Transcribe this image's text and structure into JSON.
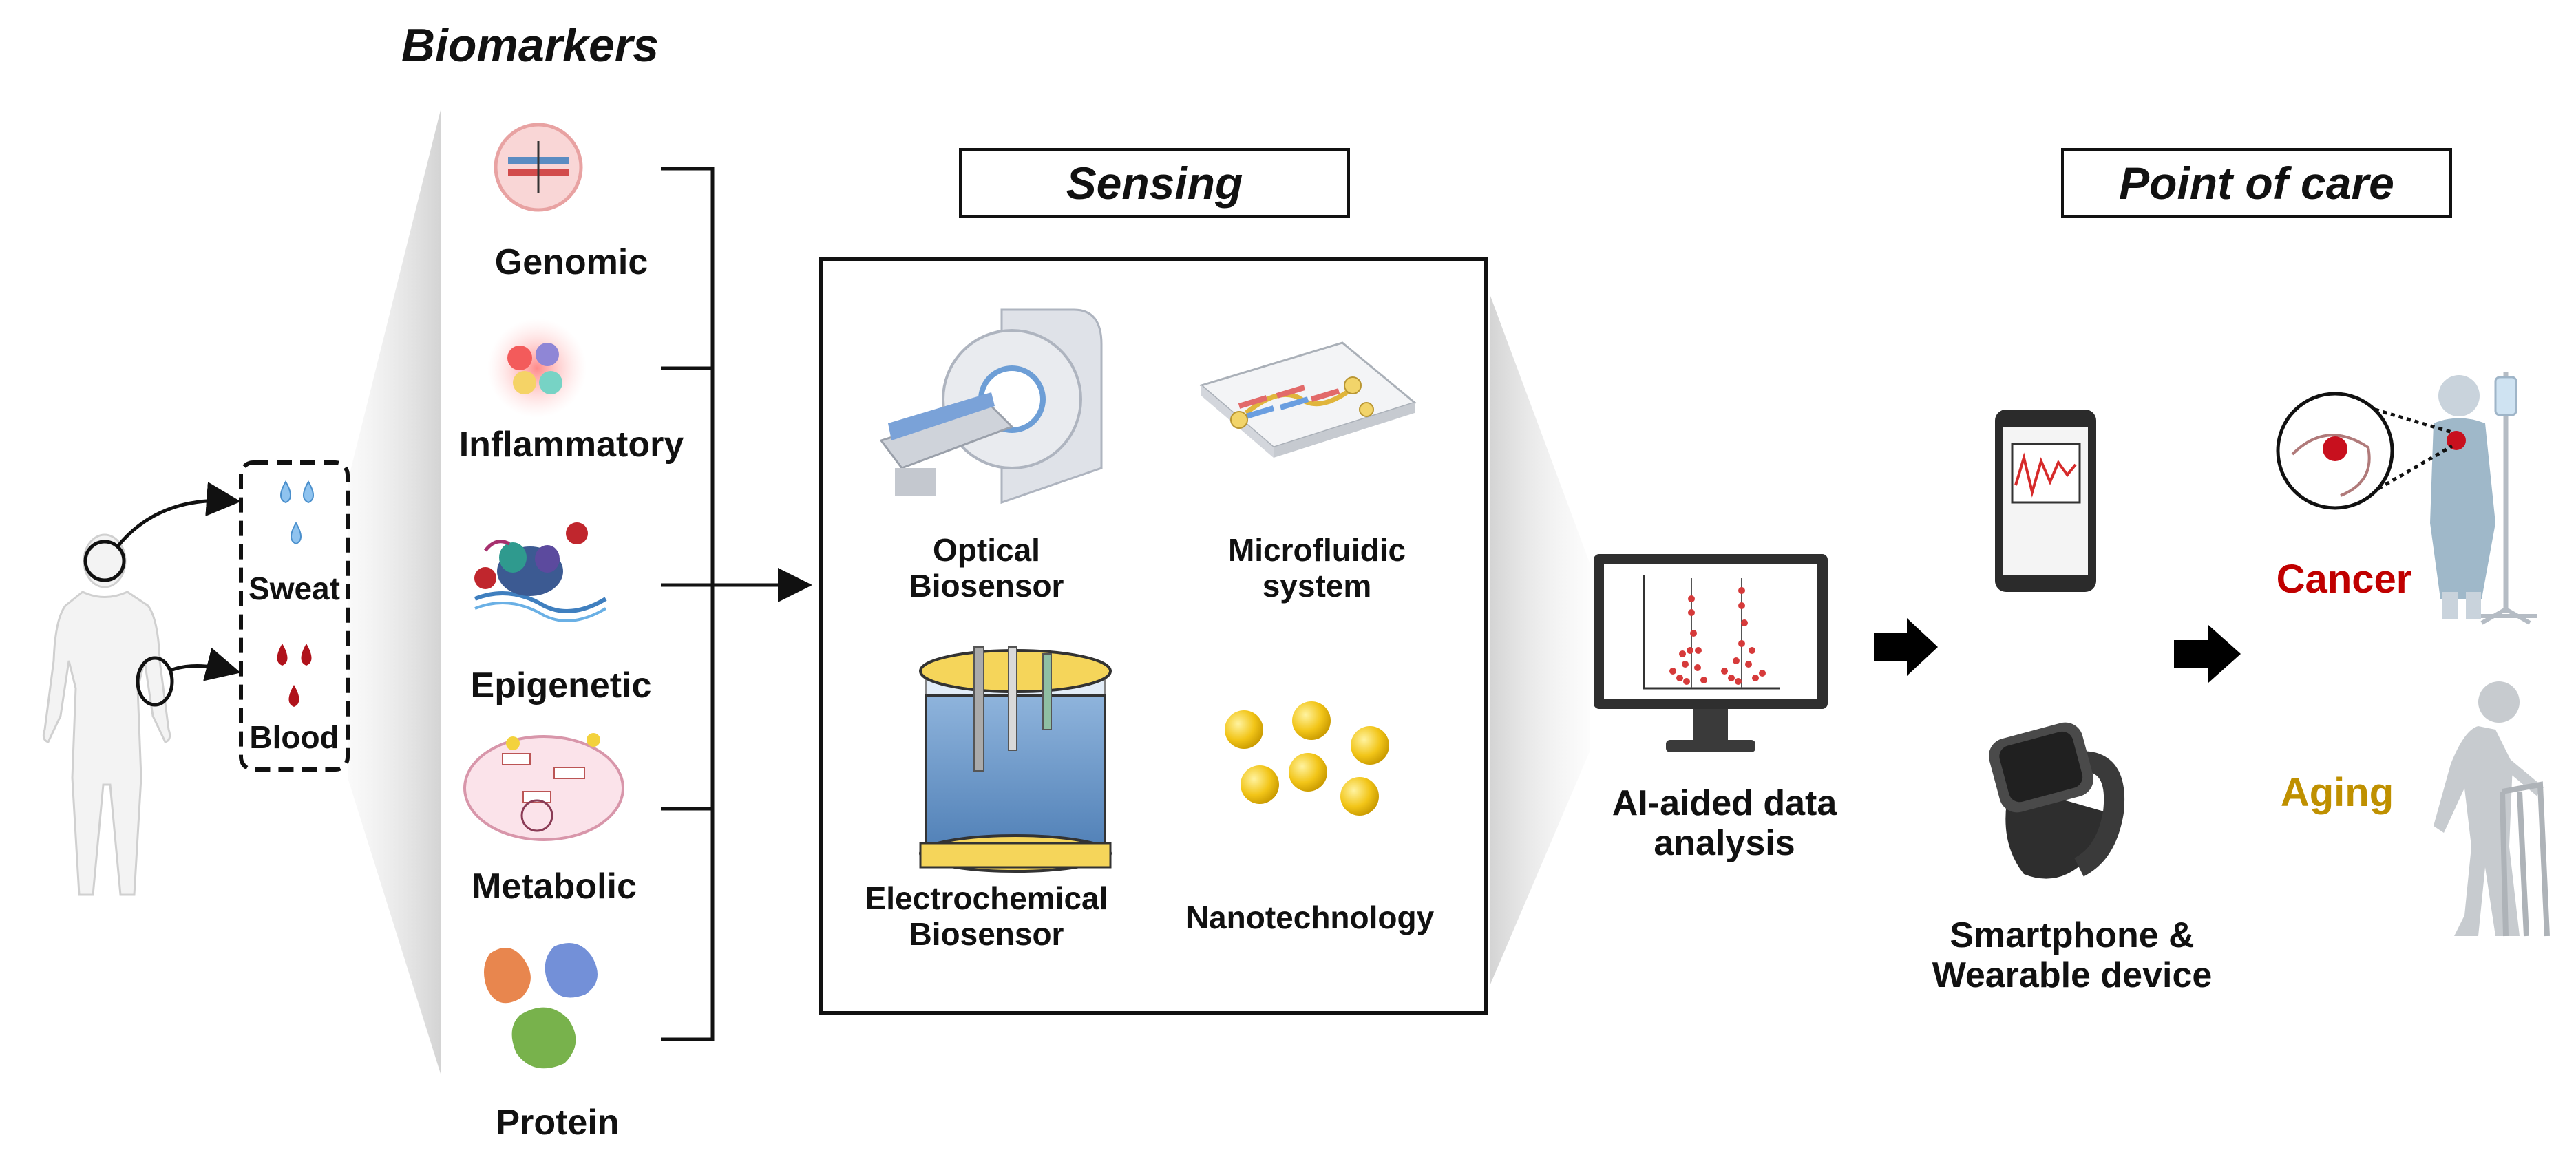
{
  "title": "Biomarkers",
  "sample_labels": [
    "Sweat",
    "Blood"
  ],
  "biomarkers": [
    "Genomic",
    "Inflammatory",
    "Epigenetic",
    "Metabolic",
    "Protein"
  ],
  "sensing": {
    "title": "Sensing",
    "items": [
      "Optical\nBiosensor",
      "Microfluidic\nsystem",
      "Electrochemical\nBiosensor",
      "Nanotechnology"
    ]
  },
  "analysis_label": "AI-aided data\nanalysis",
  "device_label": "Smartphone &\nWearable device",
  "point_of_care": {
    "title": "Point of care",
    "outcomes": [
      {
        "label": "Cancer",
        "color": "#c00000"
      },
      {
        "label": "Aging",
        "color": "#bf9000"
      }
    ]
  },
  "icons": [
    "human-body-icon",
    "sweat-drops-icon",
    "blood-drops-icon",
    "dna-membrane-icon",
    "inflamed-cells-icon",
    "histone-methylation-icon",
    "metabolic-pathway-icon",
    "protein-molecules-icon",
    "mri-scanner-icon",
    "microfluidic-chip-icon",
    "electrochemical-cell-icon",
    "nanoparticles-icon",
    "monitor-plot-icon",
    "smartphone-icon",
    "smartwatch-icon",
    "cancer-patient-icon",
    "elderly-walker-icon"
  ]
}
